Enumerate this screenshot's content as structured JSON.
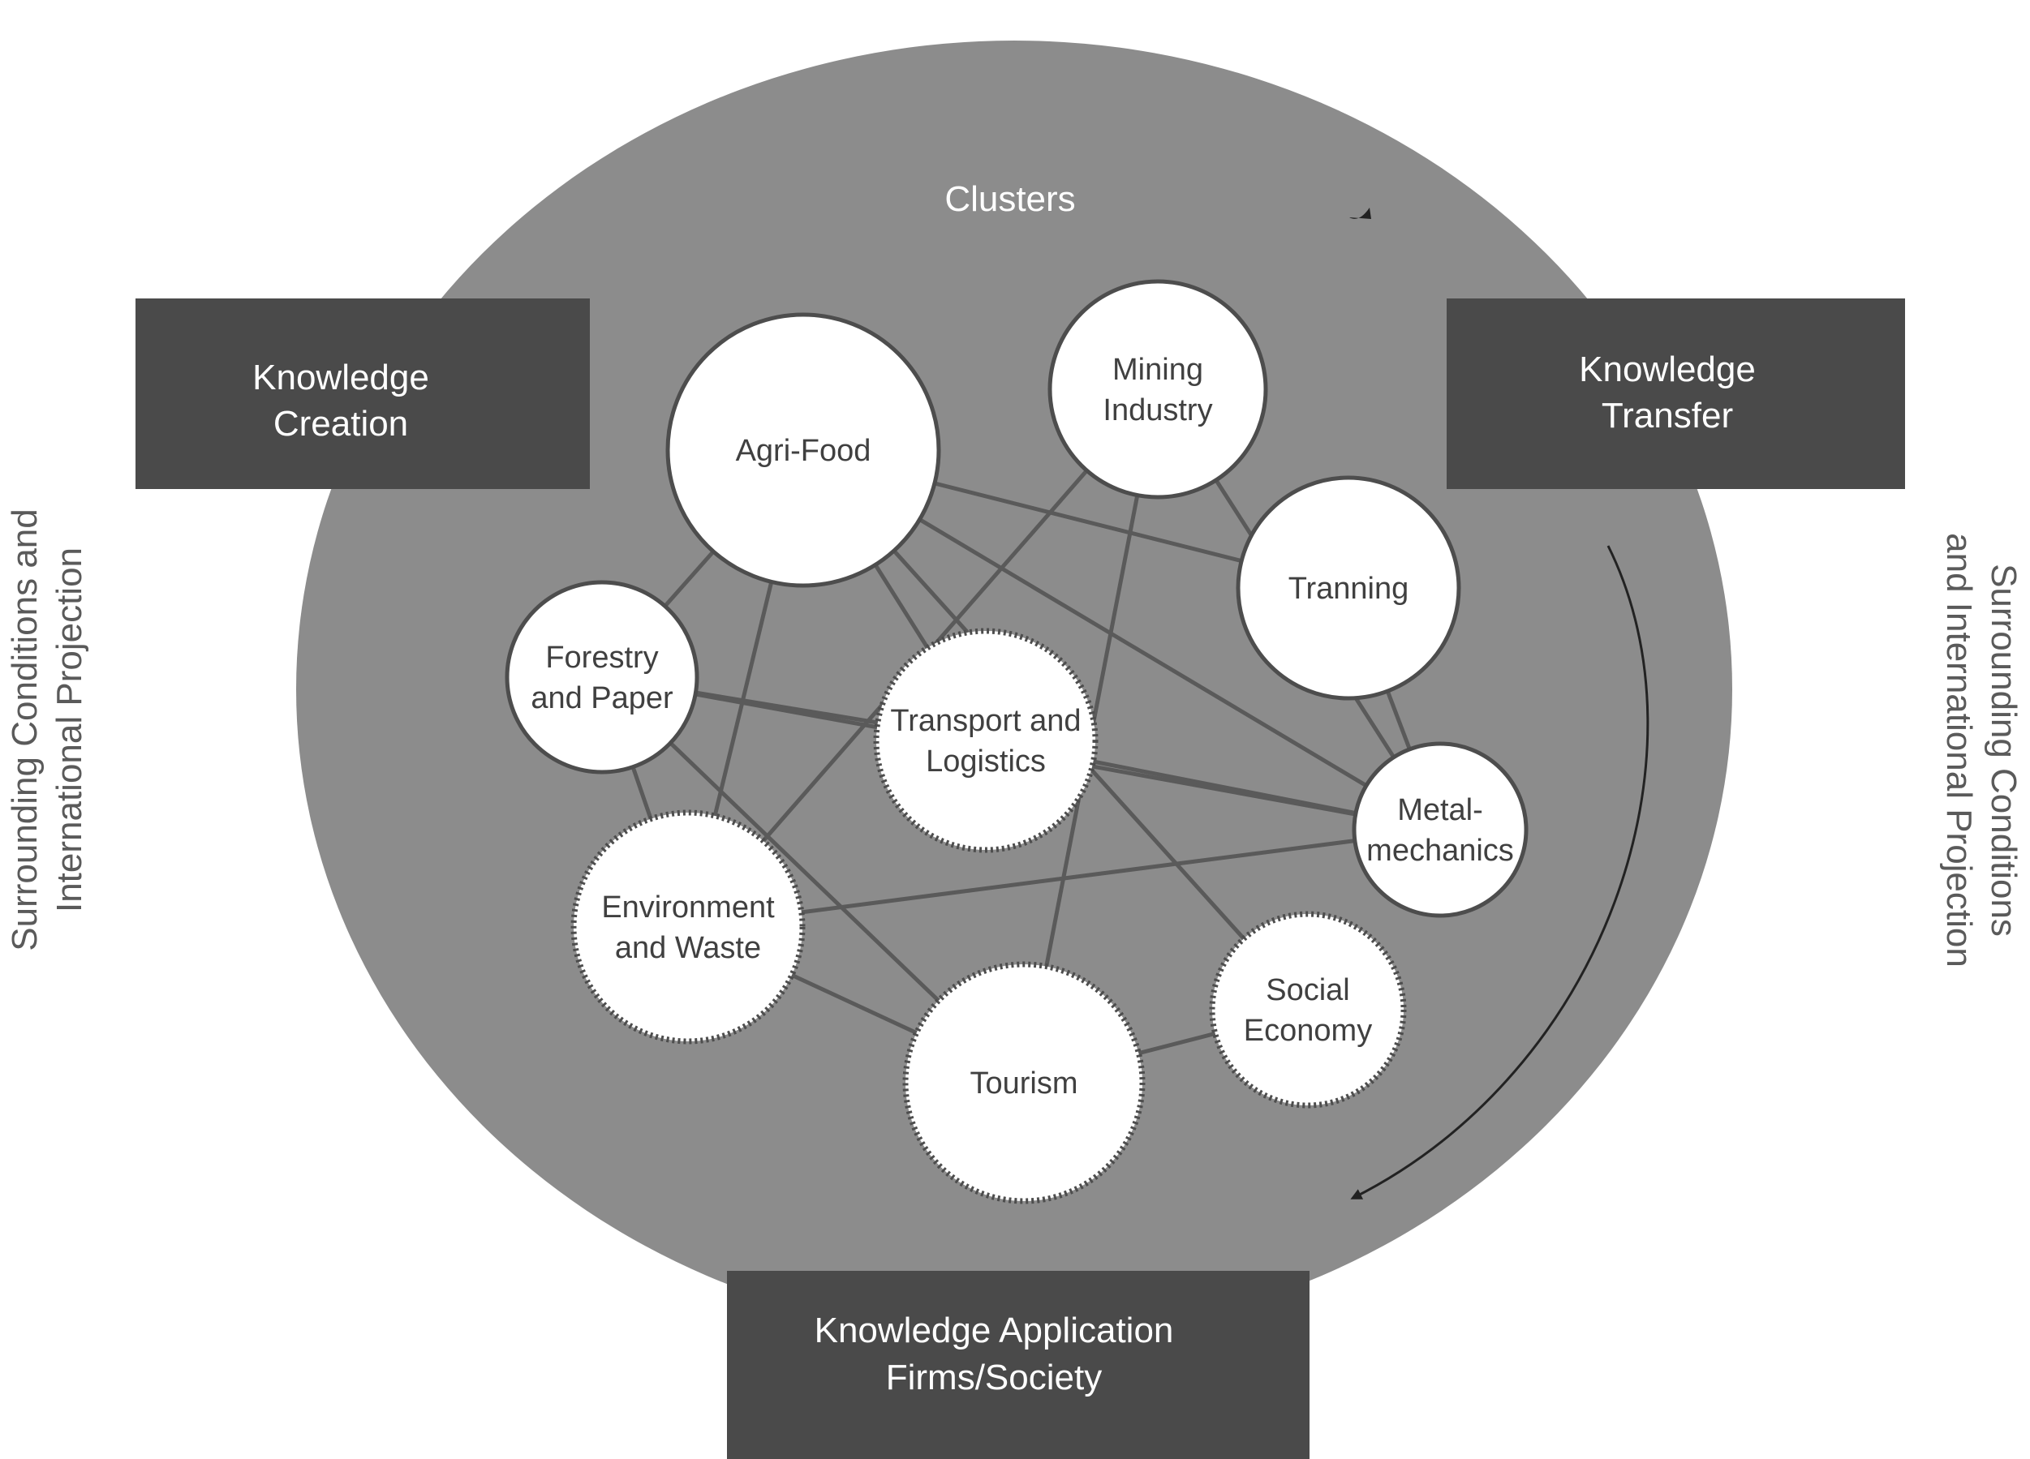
{
  "colors": {
    "background": "#ffffff",
    "main_circle": "#8c8c8c",
    "dark_box": "#4a4a4a",
    "node_fill": "#ffffff",
    "node_stroke": "#4d4d4d",
    "edge": "#5a5a5a",
    "side_text": "#5a5a5a"
  },
  "title": "Clusters",
  "boxes": {
    "creation": {
      "line1": "Knowledge",
      "line2": "Creation"
    },
    "transfer": {
      "line1": "Knowledge",
      "line2": "Transfer"
    },
    "application": {
      "line1": "Knowledge Application",
      "line2": "Firms/Society"
    }
  },
  "side_labels": {
    "left": {
      "line1": "Surrounding Conditions and",
      "line2": "International Projection"
    },
    "right": {
      "line1": "Surrounding Conditions",
      "line2": "and International Projection"
    }
  },
  "nodes": [
    {
      "id": "agri",
      "lines": [
        "Agri-Food"
      ],
      "border": "solid"
    },
    {
      "id": "mining",
      "lines": [
        "Mining",
        "Industry"
      ],
      "border": "solid"
    },
    {
      "id": "training",
      "lines": [
        "Tranning"
      ],
      "border": "solid"
    },
    {
      "id": "forestry",
      "lines": [
        "Forestry",
        "and Paper"
      ],
      "border": "solid"
    },
    {
      "id": "transport",
      "lines": [
        "Transport and",
        "Logistics"
      ],
      "border": "dotted"
    },
    {
      "id": "metal",
      "lines": [
        "Metal-",
        "mechanics"
      ],
      "border": "solid"
    },
    {
      "id": "environment",
      "lines": [
        "Environment",
        "and Waste"
      ],
      "border": "dotted"
    },
    {
      "id": "social",
      "lines": [
        "Social",
        "Economy"
      ],
      "border": "dotted"
    },
    {
      "id": "tourism",
      "lines": [
        "Tourism"
      ],
      "border": "dotted"
    }
  ],
  "edges": [
    [
      "agri",
      "forestry"
    ],
    [
      "agri",
      "environment"
    ],
    [
      "agri",
      "transport"
    ],
    [
      "agri",
      "training"
    ],
    [
      "agri",
      "metal"
    ],
    [
      "agri",
      "social"
    ],
    [
      "mining",
      "environment"
    ],
    [
      "mining",
      "tourism"
    ],
    [
      "mining",
      "metal"
    ],
    [
      "training",
      "metal"
    ],
    [
      "forestry",
      "transport"
    ],
    [
      "forestry",
      "metal"
    ],
    [
      "forestry",
      "tourism"
    ],
    [
      "forestry",
      "environment"
    ],
    [
      "transport",
      "metal"
    ],
    [
      "environment",
      "metal"
    ],
    [
      "environment",
      "tourism"
    ],
    [
      "tourism",
      "social"
    ]
  ]
}
